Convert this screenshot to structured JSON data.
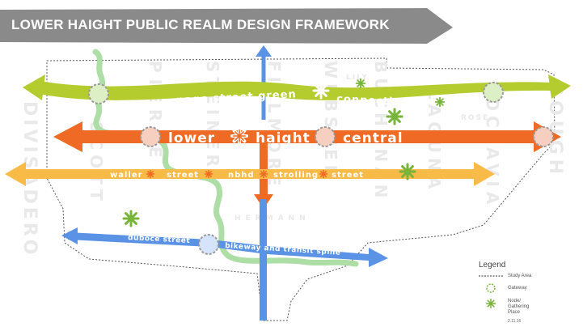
{
  "title": "LOWER HAIGHT PUBLIC REALM DESIGN FRAMEWORK",
  "streets": {
    "divisadero": "DIVISADERO",
    "scott": "SCOTT",
    "pierce": "PIERCE",
    "steiner": "STEINER",
    "fillmore": "FILLMORE",
    "webster": "WEBSTER",
    "buchanan": "BUCHANAN",
    "laguna": "LAGUNA",
    "octavia": "OCTAVIA",
    "gough": "GOUGH",
    "lily": "LILY",
    "rose": "ROSE",
    "hermann": "HERMANN"
  },
  "corridors": {
    "page_word1": "page street green",
    "page_word2": "connection",
    "haight_word1": "lower",
    "haight_word2": "haight",
    "haight_word3": "central",
    "waller_word1": "waller",
    "waller_word2": "street",
    "waller_word3": "nbhd",
    "waller_word4": "strolling",
    "waller_word5": "street",
    "duboce_word1": "duboce street",
    "duboce_word2": "bikeway and transit spine"
  },
  "legend": {
    "title": "Legend",
    "study_area": "Study Area",
    "gateway": "Gateway",
    "node": "Node/ Gathering Place"
  },
  "date": "2.11.16",
  "colors": {
    "banner": "#8a8a8a",
    "green": "#b5cc2e",
    "orange": "#ef6a24",
    "yellow": "#f9bb47",
    "blue": "#5a93e6",
    "greenway": "#a9dca0",
    "node": "#78b43a",
    "gateway_pink": "#f6cfc0",
    "gateway_light": "#ddefc4"
  }
}
